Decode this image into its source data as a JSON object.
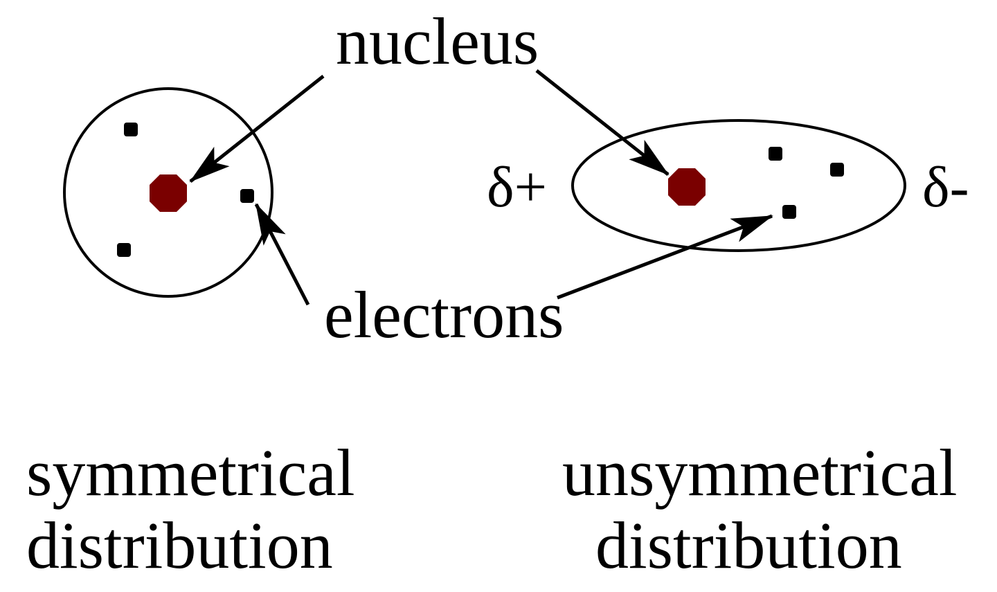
{
  "labels": {
    "nucleus": "nucleus",
    "electrons": "electrons",
    "delta_plus": "δ+",
    "delta_minus": "δ-",
    "left_caption_line1": "symmetrical",
    "left_caption_line2": "distribution",
    "right_caption_line1": "unsymmetrical",
    "right_caption_line2": "distribution"
  },
  "colors": {
    "nucleus": "#7a0000",
    "electron": "#000000",
    "outline": "#000000",
    "background": "#ffffff"
  }
}
